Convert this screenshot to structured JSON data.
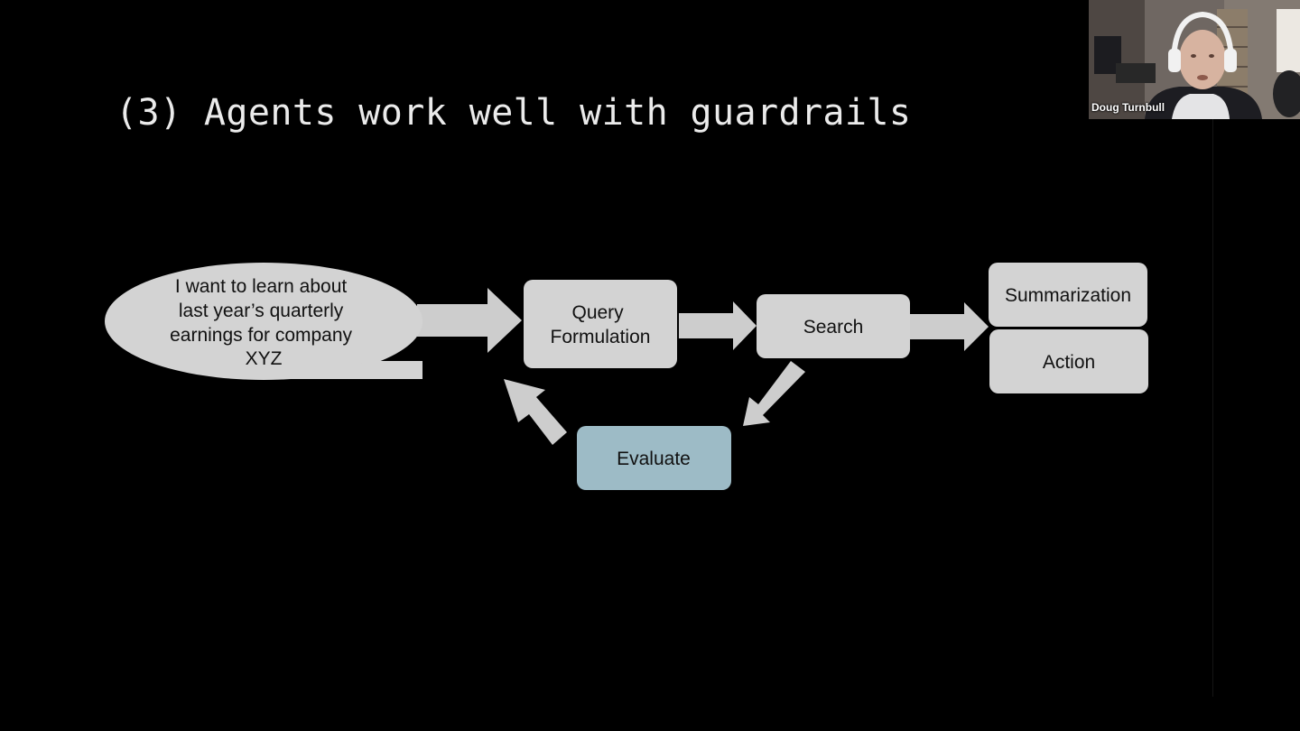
{
  "slide": {
    "title": "(3) Agents work well with guardrails"
  },
  "diagram": {
    "prompt_bubble": {
      "lines": [
        "I want to learn about",
        "last year’s quarterly",
        "earnings for company",
        "XYZ"
      ]
    },
    "query_formulation": {
      "lines": [
        "Query",
        "Formulation"
      ]
    },
    "search": {
      "label": "Search"
    },
    "summarization": {
      "label": "Summarization"
    },
    "action": {
      "label": "Action"
    },
    "evaluate": {
      "label": "Evaluate"
    },
    "colors": {
      "node_fill": "#d3d3d3",
      "arrow_fill": "#cdcdcd",
      "evaluate_fill": "#9dbbc6"
    }
  },
  "participant": {
    "name": "Doug Turnbull"
  }
}
